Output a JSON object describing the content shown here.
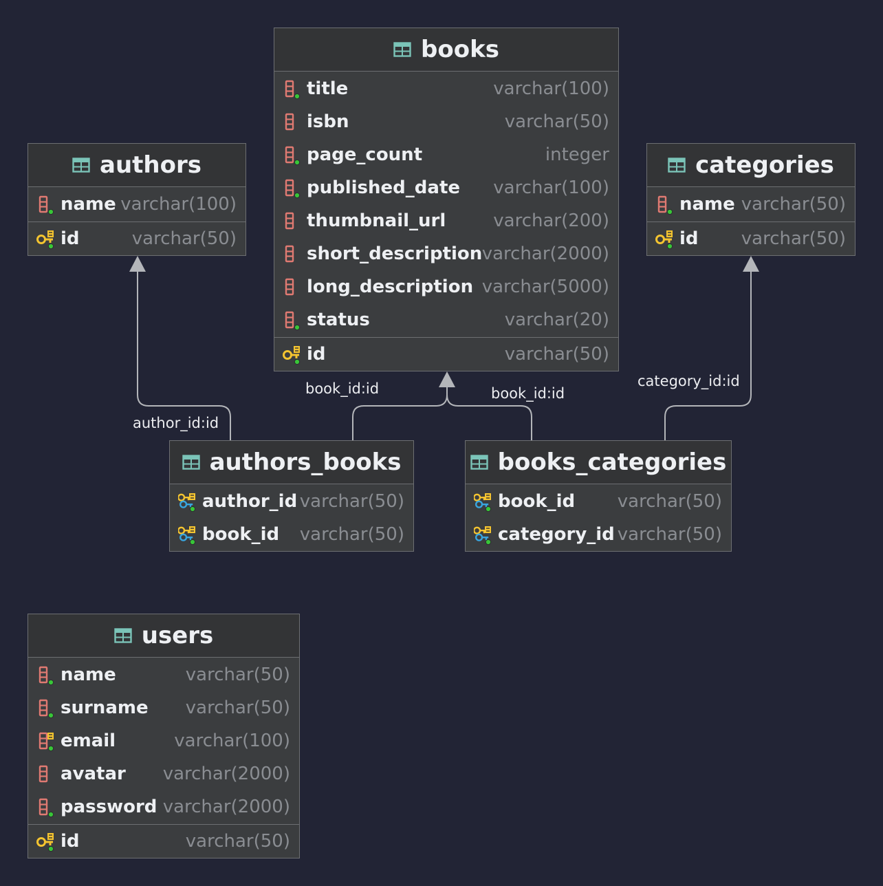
{
  "colors": {
    "background": "#222435",
    "table_fill": "#3b3d3f",
    "header_fill": "#333436",
    "border": "#6d6f72",
    "column_name": "#eef0f3",
    "column_type": "#8a8d92",
    "column_icon": "#e07a72",
    "primary_key_icon": "#f4c430",
    "foreign_key_icon": "#38a6e0",
    "not_null_dot": "#38c638",
    "table_icon": "#7bc4b8",
    "connector": "#b4b6ba"
  },
  "tables": {
    "books": {
      "name": "books",
      "columns": [
        {
          "name": "title",
          "type": "varchar(100)",
          "icon": "column-notnull-icon"
        },
        {
          "name": "isbn",
          "type": "varchar(50)",
          "icon": "column-icon"
        },
        {
          "name": "page_count",
          "type": "integer",
          "icon": "column-notnull-icon"
        },
        {
          "name": "published_date",
          "type": "varchar(100)",
          "icon": "column-notnull-icon"
        },
        {
          "name": "thumbnail_url",
          "type": "varchar(200)",
          "icon": "column-icon"
        },
        {
          "name": "short_description",
          "type": "varchar(2000)",
          "icon": "column-icon"
        },
        {
          "name": "long_description",
          "type": "varchar(5000)",
          "icon": "column-icon"
        },
        {
          "name": "status",
          "type": "varchar(20)",
          "icon": "column-notnull-icon"
        }
      ],
      "key_columns": [
        {
          "name": "id",
          "type": "varchar(50)",
          "icon": "primary-key-icon"
        }
      ]
    },
    "authors": {
      "name": "authors",
      "columns": [
        {
          "name": "name",
          "type": "varchar(100)",
          "icon": "column-notnull-icon"
        }
      ],
      "key_columns": [
        {
          "name": "id",
          "type": "varchar(50)",
          "icon": "primary-key-icon"
        }
      ]
    },
    "categories": {
      "name": "categories",
      "columns": [
        {
          "name": "name",
          "type": "varchar(50)",
          "icon": "column-notnull-icon"
        }
      ],
      "key_columns": [
        {
          "name": "id",
          "type": "varchar(50)",
          "icon": "primary-key-icon"
        }
      ]
    },
    "authors_books": {
      "name": "authors_books",
      "columns": [
        {
          "name": "author_id",
          "type": "varchar(50)",
          "icon": "primary-foreign-key-icon"
        },
        {
          "name": "book_id",
          "type": "varchar(50)",
          "icon": "primary-foreign-key-icon"
        }
      ],
      "key_columns": []
    },
    "books_categories": {
      "name": "books_categories",
      "columns": [
        {
          "name": "book_id",
          "type": "varchar(50)",
          "icon": "primary-foreign-key-icon"
        },
        {
          "name": "category_id",
          "type": "varchar(50)",
          "icon": "primary-foreign-key-icon"
        }
      ],
      "key_columns": []
    },
    "users": {
      "name": "users",
      "columns": [
        {
          "name": "name",
          "type": "varchar(50)",
          "icon": "column-notnull-icon"
        },
        {
          "name": "surname",
          "type": "varchar(50)",
          "icon": "column-notnull-icon"
        },
        {
          "name": "email",
          "type": "varchar(100)",
          "icon": "unique-column-icon"
        },
        {
          "name": "avatar",
          "type": "varchar(2000)",
          "icon": "column-icon"
        },
        {
          "name": "password",
          "type": "varchar(2000)",
          "icon": "column-notnull-icon"
        }
      ],
      "key_columns": [
        {
          "name": "id",
          "type": "varchar(50)",
          "icon": "primary-key-icon"
        }
      ]
    }
  },
  "relationships": [
    {
      "from": "authors_books",
      "to": "authors",
      "label": "author_id:id"
    },
    {
      "from": "authors_books",
      "to": "books",
      "label": "book_id:id"
    },
    {
      "from": "books_categories",
      "to": "books",
      "label": "book_id:id"
    },
    {
      "from": "books_categories",
      "to": "categories",
      "label": "category_id:id"
    }
  ]
}
